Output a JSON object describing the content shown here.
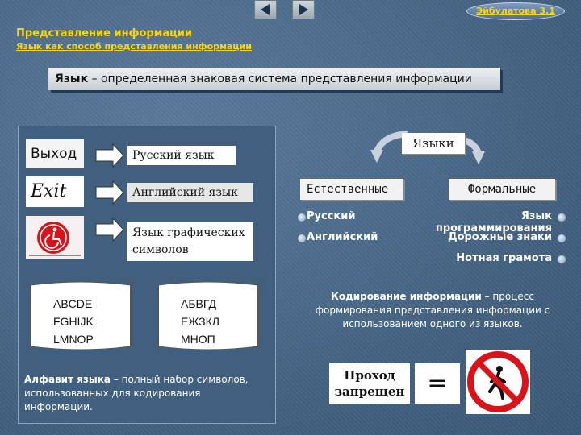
{
  "nav": {
    "slide_link": "Эйбулатова 3.1"
  },
  "header": {
    "title": "Представление информации",
    "subtitle": "Язык как способ представления информации"
  },
  "definition": {
    "term": "Язык",
    "text": " – определенная знаковая система представления информации"
  },
  "left_panel": {
    "examples": [
      {
        "sign": "Выход",
        "meaning": "Русский язык"
      },
      {
        "sign": "Exit",
        "meaning": "Английский язык"
      },
      {
        "sign": "",
        "meaning": "Язык графических символов"
      }
    ],
    "scroll_latin": [
      "ABCDE",
      "FGHIJK",
      "LMNOP"
    ],
    "scroll_cyrillic": [
      "АБВГД",
      "ЕЖЗКЛ",
      "МНОП"
    ],
    "alphabet_term": "Алфавит языка",
    "alphabet_text": " – полный набор символов, использованных для кодирования информации."
  },
  "right_panel": {
    "languages_label": "Языки",
    "natural_label": "Естественные",
    "formal_label": "Формальные",
    "natural_items": [
      "Русский",
      "Английский"
    ],
    "formal_items": [
      "Язык программирования",
      "Дорожные знаки",
      "Нотная грамота"
    ],
    "coding_term": "Кодирование информации",
    "coding_text": " – процесс формирования представления информации с использованием одного из языков.",
    "no_entry_text": "Проход запрещен",
    "equals": "="
  },
  "colors": {
    "title_yellow": "#ffd700",
    "background": "#46668a",
    "prohibit_red": "#d8141a"
  }
}
